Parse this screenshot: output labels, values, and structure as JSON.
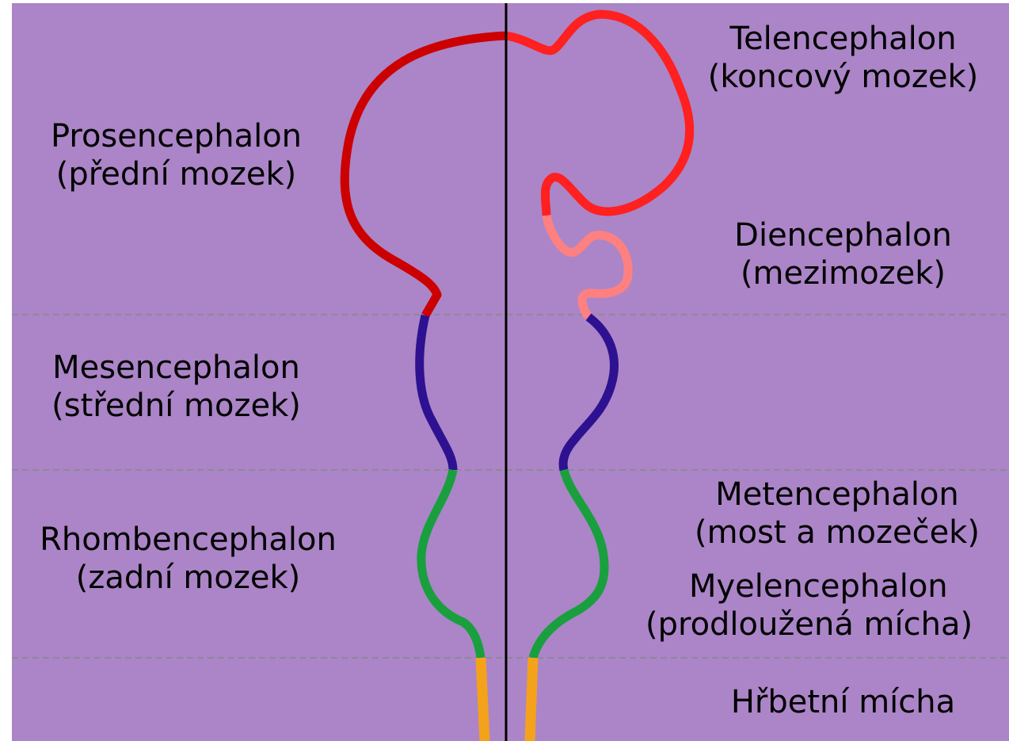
{
  "colors": {
    "background": "#ab85c7",
    "prosencephalon": "#cc0000",
    "telencephalon": "#ff2020",
    "diencephalon": "#ff8080",
    "mesencephalon": "#2e1191",
    "rhombencephalon": "#1a9f3e",
    "spinal_cord": "#f5a21b",
    "midline": "#000000",
    "divider": "#888888"
  },
  "labels": {
    "prosencephalon": {
      "line1": "Prosencephalon",
      "line2": "(přední mozek)"
    },
    "mesencephalon": {
      "line1": "Mesencephalon",
      "line2": "(střední mozek)"
    },
    "rhombencephalon": {
      "line1": "Rhombencephalon",
      "line2": "(zadní mozek)"
    },
    "telencephalon": {
      "line1": "Telencephalon",
      "line2": "(koncový mozek)"
    },
    "diencephalon": {
      "line1": "Diencephalon",
      "line2": "(mezimozek)"
    },
    "metencephalon": {
      "line1": "Metencephalon",
      "line2": "(most a mozeček)"
    },
    "myelencephalon": {
      "line1": "Myelencephalon",
      "line2": "(prodloužená mícha)"
    },
    "spinal_cord": {
      "line1": "Hřbetní mícha"
    }
  }
}
